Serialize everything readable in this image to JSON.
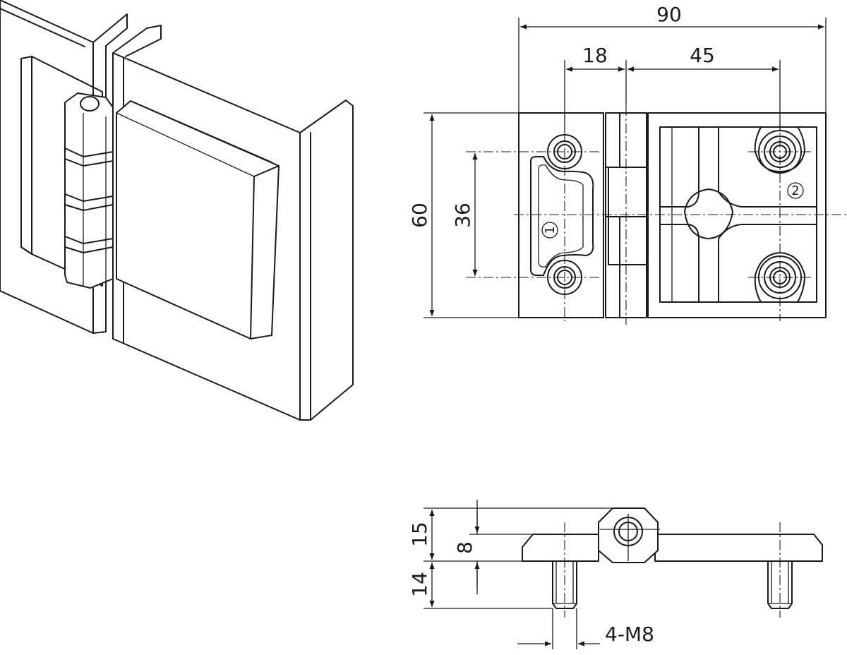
{
  "dimensions": {
    "overall_width": "90",
    "left_leaf_hole_offset": "18",
    "hole_spacing_right": "45",
    "overall_height": "60",
    "left_hole_spacing": "36",
    "total_thickness": "15",
    "leaf_thickness": "8",
    "stud_length": "14",
    "stud_thread": "4-M8"
  },
  "markers": {
    "leaf_one": "1",
    "leaf_two": "2"
  }
}
